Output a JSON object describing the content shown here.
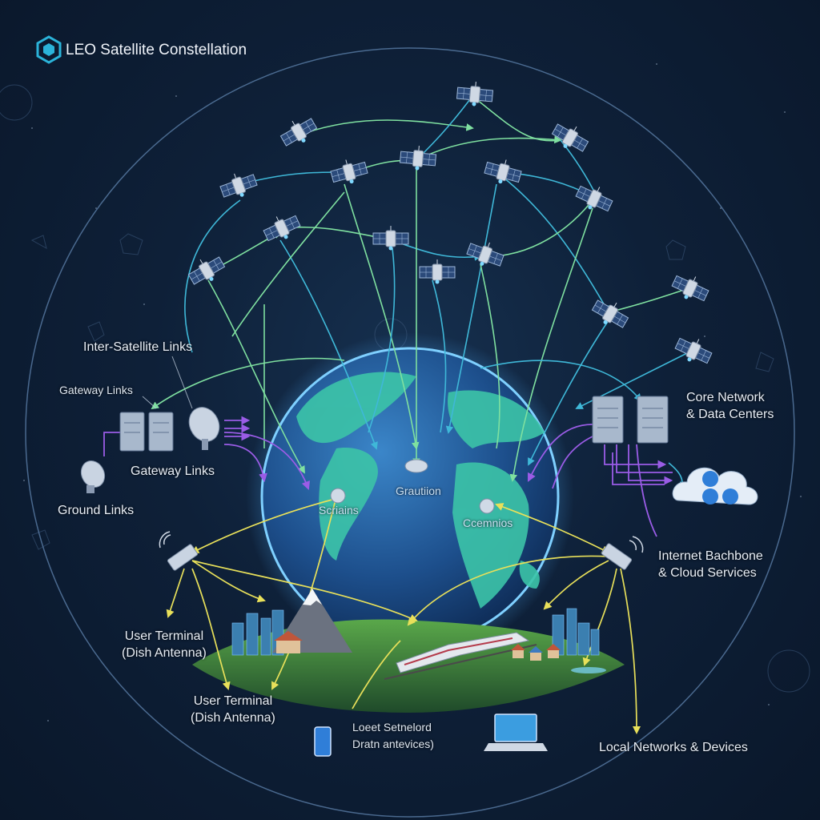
{
  "title": "LEO Satellite Constellation",
  "labels": {
    "inter_satellite_links": "Inter-Satellite Links",
    "gateway_links_top": "Gateway Links",
    "gateway_links_mid": "Gateway Links",
    "ground_links": "Ground Links",
    "core_network": [
      "Core Network",
      "& Data Centers"
    ],
    "internet_backbone": [
      "Internet Bachbone",
      "& Cloud Services"
    ],
    "user_terminal_1": [
      "User Terminal",
      "(Dish Antenna)"
    ],
    "user_terminal_2": [
      "User Terminal",
      "(Dish Antenna)"
    ],
    "local_devices_mid": [
      "Loeet Setnelord",
      "Dratn antevices)"
    ],
    "local_networks": "Local Networks & Devices",
    "globe_station_1": "Scriains",
    "globe_station_2": "Grautiion",
    "globe_station_3": "Ccemnios"
  },
  "colors": {
    "background": "#0b1a2e",
    "link_green": "#7fe0a0",
    "link_blue": "#3fb8d8",
    "link_purple": "#9a5ce6",
    "link_yellow": "#e8e05a",
    "globe_ocean": "#1f5d9c",
    "globe_land": "#3cc4a8",
    "ground_green": "#3e8a3a"
  },
  "icons": [
    "logo-hexagon-icon",
    "satellite-icon",
    "dish-antenna-icon",
    "server-rack-icon",
    "cloud-globe-icon",
    "phone-icon",
    "laptop-icon",
    "train-icon",
    "mountain-icon",
    "city-icon"
  ]
}
